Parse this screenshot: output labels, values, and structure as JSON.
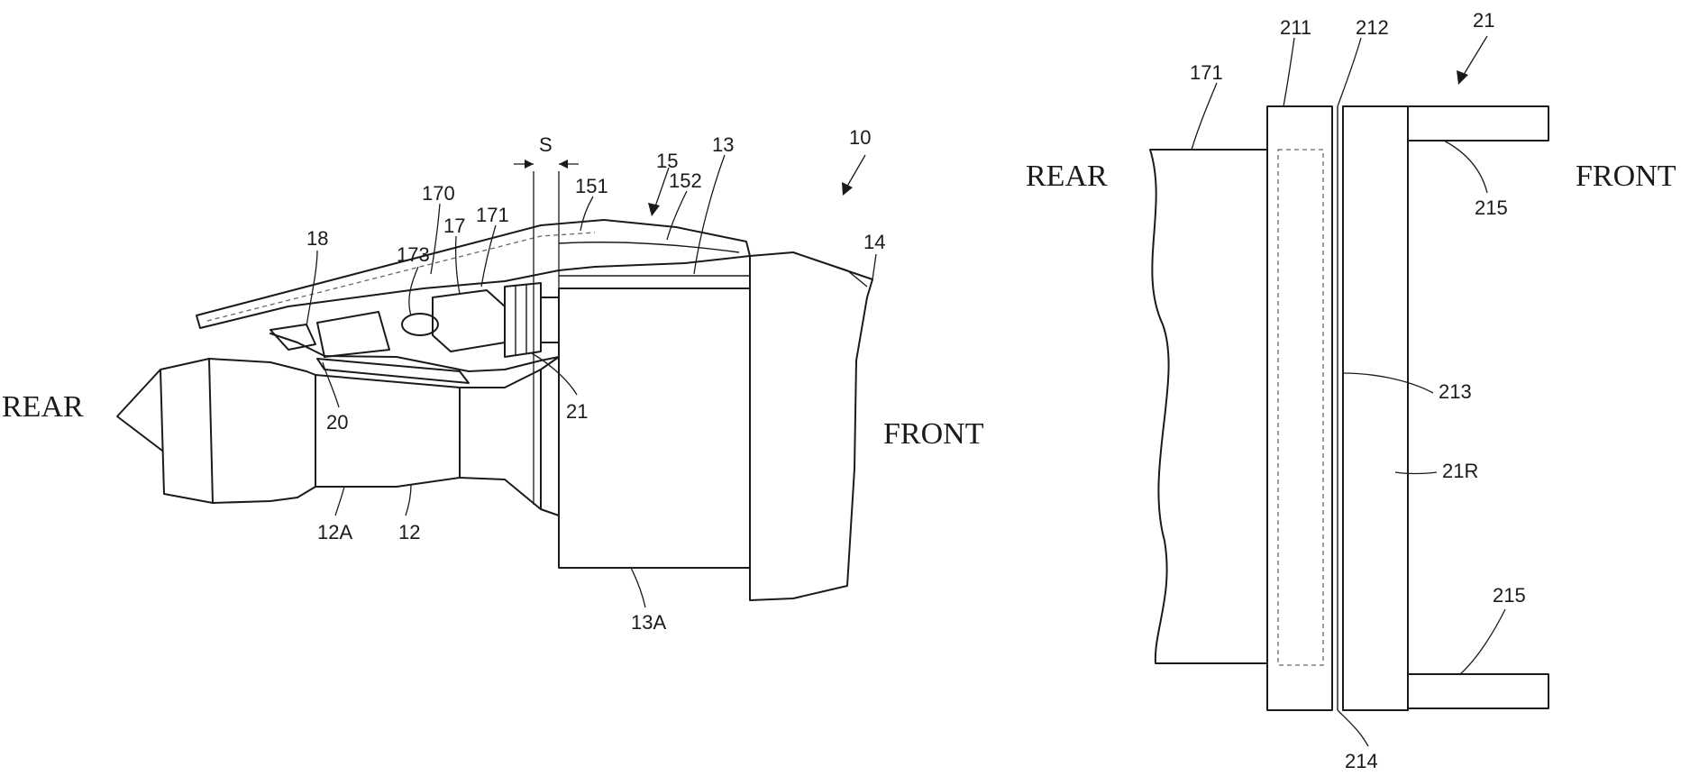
{
  "left_figure": {
    "direction_rear": "REAR",
    "direction_front": "FRONT",
    "labels": {
      "r10": "10",
      "r12": "12",
      "r12A": "12A",
      "r13": "13",
      "r13A": "13A",
      "r14": "14",
      "r15": "15",
      "r151": "151",
      "r152": "152",
      "r17": "17",
      "r170": "170",
      "r171": "171",
      "r173": "173",
      "r18": "18",
      "r20": "20",
      "r21": "21",
      "rS": "S"
    }
  },
  "right_figure": {
    "direction_rear": "REAR",
    "direction_front": "FRONT",
    "labels": {
      "r21": "21",
      "r171": "171",
      "r211": "211",
      "r212": "212",
      "r213": "213",
      "r214": "214",
      "r215_top": "215",
      "r215_bottom": "215",
      "r21R": "21R"
    }
  }
}
